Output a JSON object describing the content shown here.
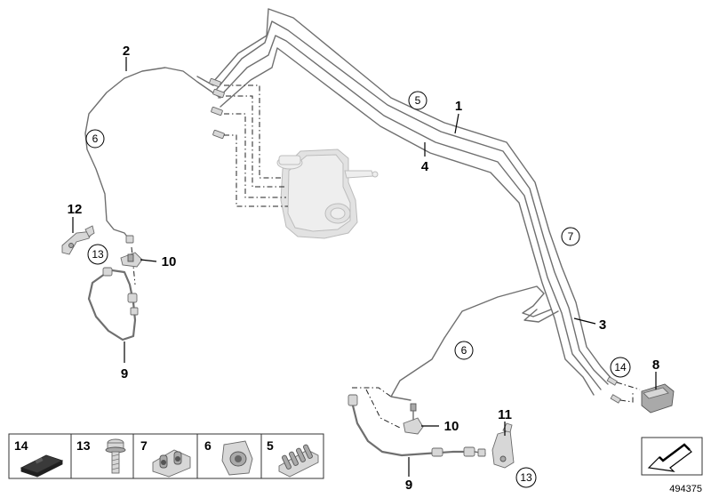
{
  "callouts": {
    "c1": "1",
    "c2": "2",
    "c3": "3",
    "c4": "4",
    "c8": "8",
    "c9a": "9",
    "c9b": "9",
    "c10a": "10",
    "c10b": "10",
    "c11": "11",
    "c12": "12"
  },
  "circled": {
    "k5": "5",
    "k6a": "6",
    "k6b": "6",
    "k7": "7",
    "k13a": "13",
    "k13b": "13",
    "k14": "14"
  },
  "legend": [
    {
      "num": "14",
      "icon": "rubber-pad-icon"
    },
    {
      "num": "13",
      "icon": "bolt-icon"
    },
    {
      "num": "7",
      "icon": "double-pipe-clip-icon"
    },
    {
      "num": "6",
      "icon": "single-pipe-clip-icon"
    },
    {
      "num": "5",
      "icon": "multi-pipe-clip-icon"
    }
  ],
  "diagram_id": "494375",
  "colors": {
    "line": "#6f6f6f",
    "text": "#000000",
    "tank": "#eeeeee"
  }
}
